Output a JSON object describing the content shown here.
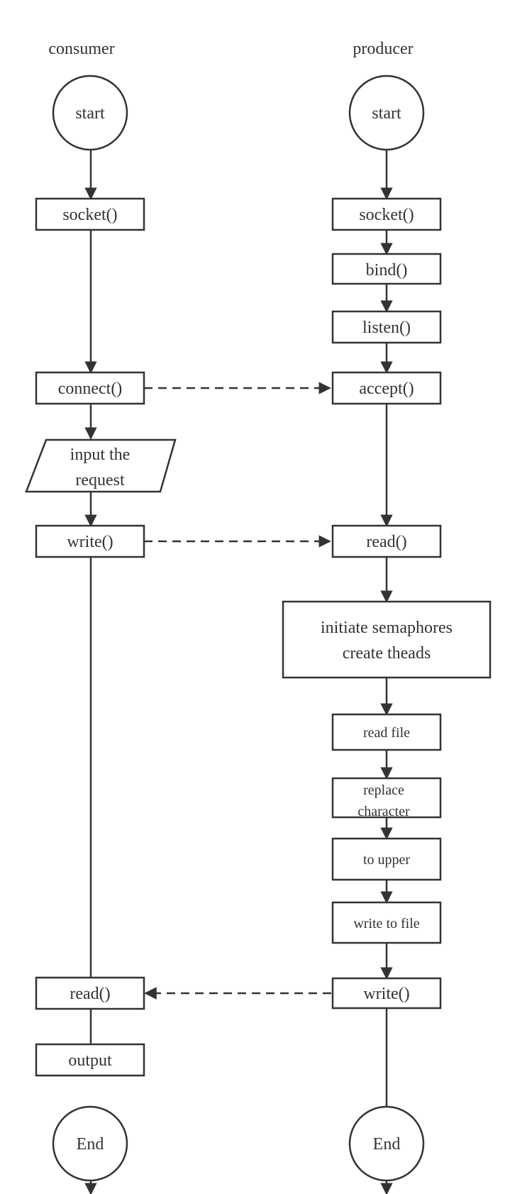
{
  "lanes": {
    "consumer": "consumer",
    "producer": "producer"
  },
  "consumer": {
    "start": "start",
    "socket": "socket()",
    "connect": "connect()",
    "input": [
      "input the",
      "request"
    ],
    "write": "write()",
    "read": "read()",
    "output": "output",
    "end": "End"
  },
  "producer": {
    "start": "start",
    "socket": "socket()",
    "bind": "bind()",
    "listen": "listen()",
    "accept": "accept()",
    "read": "read()",
    "init": [
      "initiate semaphores",
      "create theads"
    ],
    "read_file": "read file",
    "replace": [
      "replace",
      "character"
    ],
    "to_upper": "to upper",
    "write_file": "write to file",
    "write": "write()",
    "end": "End"
  },
  "colors": {
    "stroke": "#333333",
    "background": "#ffffff"
  }
}
